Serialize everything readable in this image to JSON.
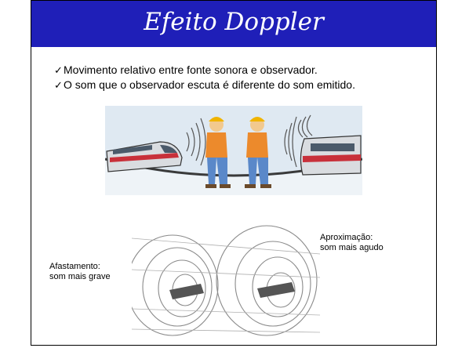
{
  "slide": {
    "title": "Efeito Doppler",
    "bullets": [
      {
        "icon": "check-icon",
        "text": "Movimento relativo entre fonte sonora e observador."
      },
      {
        "icon": "check-icon",
        "text": "O som que o observador escuta é diferente do som emitido."
      }
    ],
    "caption_left": {
      "line1": "Afastamento:",
      "line2": "som mais grave"
    },
    "caption_right": {
      "line1": "Aproximação:",
      "line2": "som mais agudo"
    },
    "colors": {
      "title_bar": "#1f1fb8",
      "title_text": "#ffffff",
      "sky": "#dfe9f2",
      "train_red": "#c8303a"
    }
  }
}
